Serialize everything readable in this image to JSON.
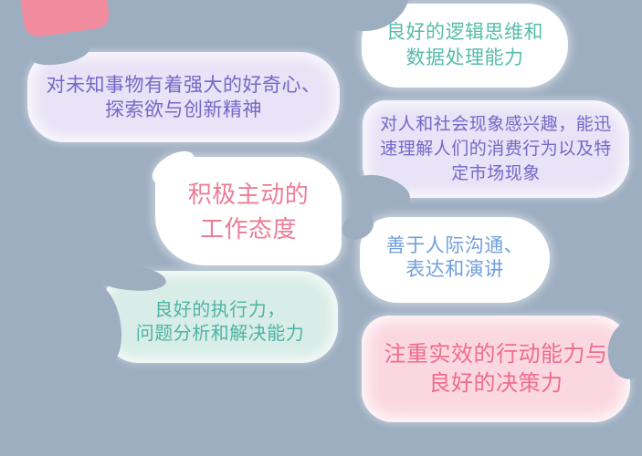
{
  "background_color": "#9DAEC1",
  "decor": {
    "corner_shape_color": "#F18C9E"
  },
  "bubbles": [
    {
      "id": "logical-thinking",
      "lines": [
        "良好的逻辑思维和",
        "数据处理能力"
      ],
      "text_color": "#56BCAB",
      "fill": "#FFFFFF"
    },
    {
      "id": "curiosity",
      "lines": [
        "对未知事物有着强大的好奇心、",
        "探索欲与创新精神"
      ],
      "text_color": "#7568C8",
      "fill": "#E8E3F6"
    },
    {
      "id": "social-insight",
      "lines": [
        "对人和社会现象感兴趣，能迅",
        "速理解人们的消费行为以及特",
        "定市场现象"
      ],
      "text_color": "#7568C8",
      "fill": "#E8E3F6"
    },
    {
      "id": "proactive-attitude",
      "lines": [
        "积极主动的",
        "工作态度"
      ],
      "text_color": "#EA7E96",
      "fill": "#FFFFFF"
    },
    {
      "id": "communication",
      "lines": [
        "善于人际沟通、",
        "表达和演讲"
      ],
      "text_color": "#6F9FDD",
      "fill": "#FFFFFF"
    },
    {
      "id": "execution",
      "lines": [
        "良好的执行力，",
        "问题分析和解决能力"
      ],
      "text_color": "#4DB4A4",
      "fill": "#D8EDE7"
    },
    {
      "id": "decision-making",
      "lines": [
        "注重实效的行动能力与",
        "良好的决策力"
      ],
      "text_color": "#EE6D8C",
      "fill": "#FBD8E1"
    }
  ]
}
